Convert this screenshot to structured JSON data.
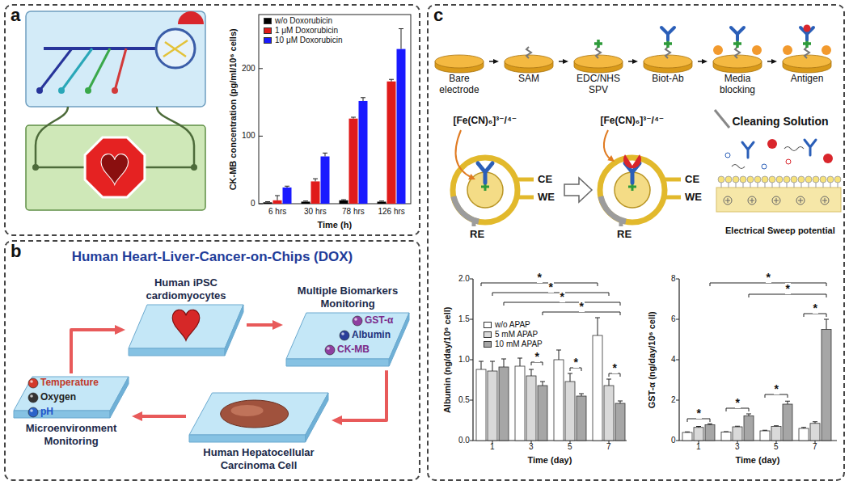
{
  "diagram": {
    "nodes": [
      {
        "text": [
          "a"
        ]
      },
      {
        "text": [
          "b",
          "Human Heart-Liver-Cancer-on-Chips (DOX)"
        ]
      },
      {
        "text": [
          "Human iPSC cardiomyocytes"
        ],
        "in": 1
      },
      {
        "text": [
          "Multiple Biomarkers Monitoring"
        ],
        "in": 1
      },
      {
        "text": [
          "Microenvironment Monitoring"
        ],
        "in": 1
      },
      {
        "text": [
          "Human Hepatocellular Carcinoma Cell"
        ],
        "in": 1
      },
      {
        "text": [
          "c"
        ]
      },
      {
        "text": [
          "Bare electrode"
        ],
        "in": 6
      },
      {
        "text": [
          "SAM"
        ],
        "in": 6
      },
      {
        "text": [
          "EDC/NHS SPV"
        ],
        "in": 6
      },
      {
        "text": [
          "Biot-Ab"
        ],
        "in": 6
      },
      {
        "text": [
          "Media blocking"
        ],
        "in": 6
      },
      {
        "text": [
          "Antigen"
        ],
        "in": 6
      }
    ],
    "edges": [
      {
        "from": 2,
        "to": 3,
        "arrow": "to"
      },
      {
        "from": 3,
        "to": 5,
        "arrow": "to"
      },
      {
        "from": 5,
        "to": 4,
        "arrow": "to"
      },
      {
        "from": 4,
        "to": 2,
        "arrow": "to"
      },
      {
        "from": 7,
        "to": 8,
        "arrow": "to"
      },
      {
        "from": 8,
        "to": 9,
        "arrow": "to"
      },
      {
        "from": 9,
        "to": 10,
        "arrow": "to"
      },
      {
        "from": 10,
        "to": 11,
        "arrow": "to"
      },
      {
        "from": 11,
        "to": 12,
        "arrow": "to"
      }
    ],
    "labels": [
      "0",
      "100",
      "200",
      "6 hrs",
      "30 hrs",
      "78 hrs",
      "126 hrs",
      "Time (h)",
      "CK-MB concentration (pg/ml/10⁶ cells)",
      "GST-α",
      "Albumin",
      "CK-MB",
      "Temperature",
      "Oxygen",
      "pH",
      "[Fe(CN)₆]³⁻/⁴⁻",
      "[Fe(CN)₆]³⁻/⁴⁻",
      "CE",
      "WE",
      "RE",
      "CE",
      "WE",
      "RE",
      "Cleaning Solution",
      "Electrical Sweep potential",
      "0.0",
      "0.5",
      "1.0",
      "1.5",
      "2.0",
      "1",
      "3",
      "5",
      "7",
      "Time (day)",
      "Albumin (ng/day/10⁶ cell)",
      "*",
      "*",
      "*",
      "*",
      "*",
      "*",
      "*",
      "0",
      "2",
      "4",
      "6",
      "8",
      "1",
      "3",
      "5",
      "7",
      "Time (day)",
      "GST-α (ng/day/10⁶ cell)",
      "*",
      "*",
      "*",
      "*",
      "*",
      "*"
    ],
    "legend": [
      {
        "text": "w/o Doxorubicin",
        "color": "#000000"
      },
      {
        "text": "1 μM Doxorubicin",
        "color": "#e01b1b"
      },
      {
        "text": "10 μM Doxorubicin",
        "color": "#1a1aff"
      },
      {
        "text": "w/o APAP",
        "color": "#ffffff"
      },
      {
        "text": "5 mM APAP",
        "color": "#d9d9d9"
      },
      {
        "text": "10 mM APAP",
        "color": "#a6a6a6"
      }
    ]
  }
}
